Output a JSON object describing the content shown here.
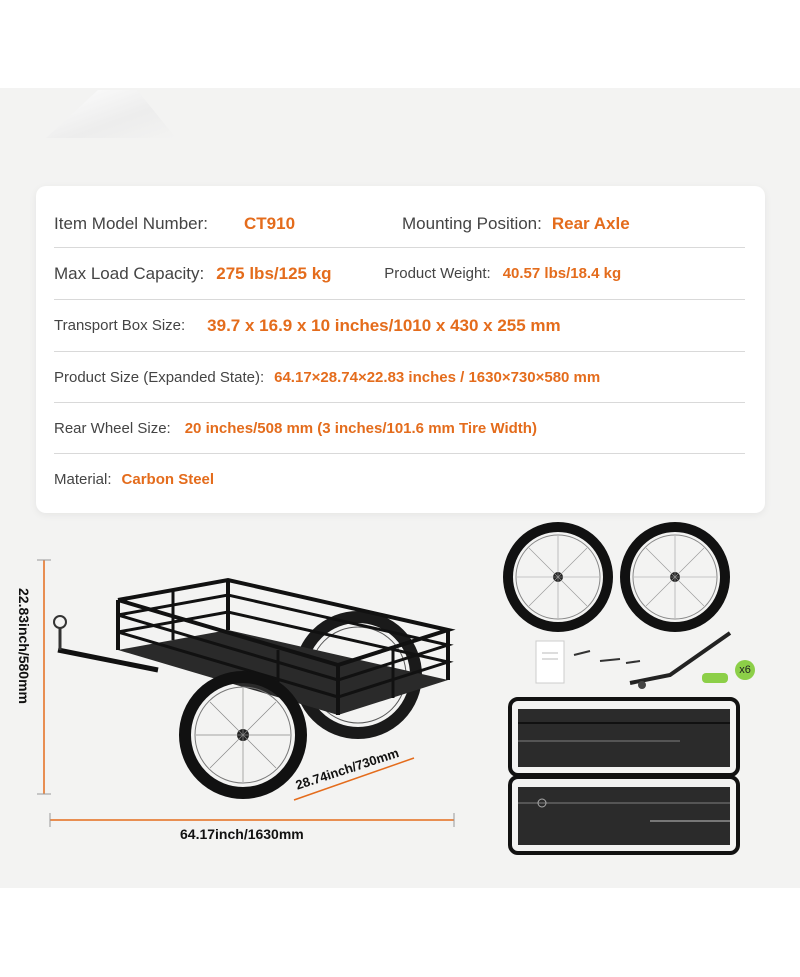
{
  "specs": {
    "model_label": "Item Model Number:",
    "model_value": "CT910",
    "mounting_label": "Mounting Position:",
    "mounting_value": "Rear Axle",
    "load_label": "Max Load Capacity:",
    "load_value": "275 lbs/125 kg",
    "weight_label": "Product Weight:",
    "weight_value": "40.57 lbs/18.4 kg",
    "box_label": "Transport Box Size:",
    "box_value": "39.7 x 16.9 x 10 inches/1010 x 430 x 255 mm",
    "size_label": "Product Size (Expanded State):",
    "size_value": "64.17×28.74×22.83 inches / 1630×730×580 mm",
    "wheel_label": "Rear Wheel Size:",
    "wheel_value": "20 inches/508 mm (3 inches/101.6 mm Tire Width)",
    "material_label": "Material:",
    "material_value": "Carbon Steel"
  },
  "dimensions": {
    "height": "22.83inch/580mm",
    "width": "28.74inch/730mm",
    "length": "64.17inch/1630mm"
  },
  "accessories": {
    "quantity_badge": "x6"
  },
  "colors": {
    "accent": "#e46c1c",
    "panel_bg": "#f3f3f2"
  },
  "icons": [
    "bike-trailer-image",
    "spare-wheel-image",
    "tow-arm-image",
    "folded-trailer-image"
  ]
}
